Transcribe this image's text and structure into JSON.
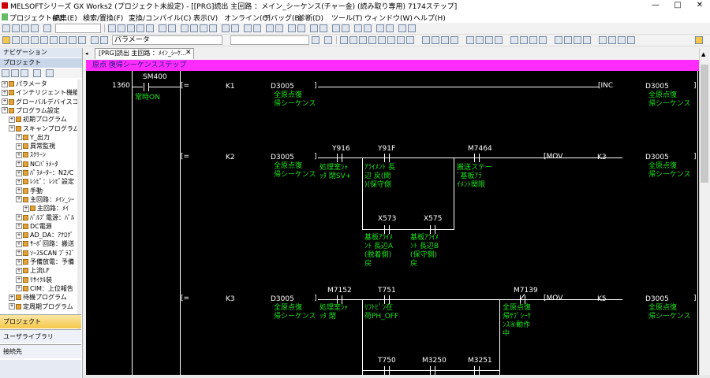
{
  "window": {
    "title": "MELSOFTシリーズ GX Works2 (プロジェクト未設定) - [[PRG]読出 主回路 ：メイン_シーケンス(チャー金) (読み取り専用) 7174ステップ]",
    "controls": [
      "—",
      "□",
      "✕"
    ]
  },
  "menubar": {
    "items": [
      "プロジェクト(P)",
      "編集(E)",
      "検索/置換(F)",
      "変換/コンパイル(C)",
      "表示(V)",
      "オンライン(O)",
      "デバッグ(B)",
      "診断(D)",
      "ツール(T)",
      "ウィンドウ(W)",
      "ヘルプ(H)"
    ]
  },
  "toolbar": {
    "param_combo": "パラメータ"
  },
  "navigation": {
    "header": "ナビゲーション",
    "project_header": "プロジェクト",
    "tree": [
      {
        "label": "パラメータ",
        "indent": 0
      },
      {
        "label": "インテリジェント機能ユニット",
        "indent": 0
      },
      {
        "label": "グローバルデバイスコメント",
        "indent": 0
      },
      {
        "label": "プログラム設定",
        "indent": 0
      },
      {
        "label": "初期プログラム",
        "indent": 1
      },
      {
        "label": "スキャンプログラム",
        "indent": 1
      },
      {
        "label": "Y_出力",
        "indent": 2
      },
      {
        "label": "異常監視",
        "indent": 2
      },
      {
        "label": "ｽｸﾘｰﾝ",
        "indent": 2
      },
      {
        "label": "NCﾊﾟﾗﾒｰﾀ",
        "indent": 2
      },
      {
        "label": "ﾊﾟﾗﾒｰﾀｰ：N2/C",
        "indent": 2
      },
      {
        "label": "ﾚｼﾋﾟ：ﾚｼﾋﾟ設定",
        "indent": 2
      },
      {
        "label": "手動",
        "indent": 2
      },
      {
        "label": "主回路：ﾒｲﾝ_ｼｰ",
        "indent": 2
      },
      {
        "label": "主回路：ﾒｲ",
        "indent": 3
      },
      {
        "label": "ﾊﾞﾙﾌﾞ電源：ﾊﾞﾙ",
        "indent": 2
      },
      {
        "label": "DC電源",
        "indent": 2
      },
      {
        "label": "AD_DA：ｱﾅﾛｸﾞ",
        "indent": 2
      },
      {
        "label": "ｻｰﾎﾞ回路：搬送",
        "indent": 2
      },
      {
        "label": "ｿｰｽSCAN ﾌﾟﾗｽﾞ",
        "indent": 2
      },
      {
        "label": "予備放電：予備",
        "indent": 2
      },
      {
        "label": "上流LF",
        "indent": 2
      },
      {
        "label": "ﾘｻｲｸﾙ装",
        "indent": 2
      },
      {
        "label": "CIM：上位報告",
        "indent": 2
      },
      {
        "label": "待機プログラム",
        "indent": 1
      },
      {
        "label": "定周期プログラム",
        "indent": 1
      }
    ],
    "buttons": [
      "プロジェクト",
      "ユーザライブラリ",
      "接続先"
    ]
  },
  "editor": {
    "tab_label": "[PRG]読出 主回路 ：ﾒｲﾝ_ｼｰｹ...",
    "annotation": "原点 復帰シーケンスステップ"
  },
  "ladder": {
    "step": "1360",
    "sm400": "SM400",
    "sm400_comment": "常時ON",
    "rungs": [
      {
        "cmp": "[=",
        "k": "K1",
        "dev": "D3005",
        "dev_comment": "全原点復\n帰シーケンス",
        "instr": "[INC",
        "out": "D3005",
        "out_comment": "全原点復\n帰シーケンス"
      },
      {
        "cmp": "[=",
        "k": "K2",
        "dev": "D3005",
        "dev_comment": "全原点復\n帰シーケンス",
        "instr": "[MOV",
        "val": "K3",
        "out": "D3005",
        "out_comment": "全原点復\n帰シーケンス",
        "contacts": [
          {
            "dev": "Y916",
            "comment": "処理室ｼｬ\nｯﾀ 閉SV+"
          },
          {
            "dev": "Y91F",
            "comment": "ｱﾗｲﾒﾝﾄ 長\n辺 戻(関\n)(保守側"
          },
          {
            "dev": "M7464",
            "comment": "搬送ステー\nﾞ基板ｱﾗ\nｲﾒﾝﾄ関限"
          },
          {
            "dev": "X573",
            "comment": "基板ｱﾗｲﾒ\nﾝﾄ 長辺A\n(脱着側)\n戻"
          },
          {
            "dev": "X575",
            "comment": "基板ｱﾗｲﾒ\nﾝﾄ 長辺B\n(保守側)\n戻"
          }
        ]
      },
      {
        "cmp": "[=",
        "k": "K3",
        "dev": "D3005",
        "dev_comment": "全原点復\n帰シーケンス",
        "instr": "[MOV",
        "val": "K5",
        "out": "D3005",
        "out_comment": "全原点復\n帰シーケンス",
        "contacts": [
          {
            "dev": "M7152",
            "comment": "処理室ｼｬ\nｯﾀ 閉"
          },
          {
            "dev": "T751",
            "comment": "ﾘﾌﾄﾋﾟﾝ在\n荷PH_OFF"
          },
          {
            "dev": "M7139",
            "comment": "全原点復\n帰ｻﾌﾞｼｰｹ\nﾝｽ④動作\n中"
          },
          {
            "dev": "T750",
            "comment": ""
          },
          {
            "dev": "M3250",
            "comment": ""
          },
          {
            "dev": "M3251",
            "comment": ""
          }
        ]
      }
    ]
  }
}
